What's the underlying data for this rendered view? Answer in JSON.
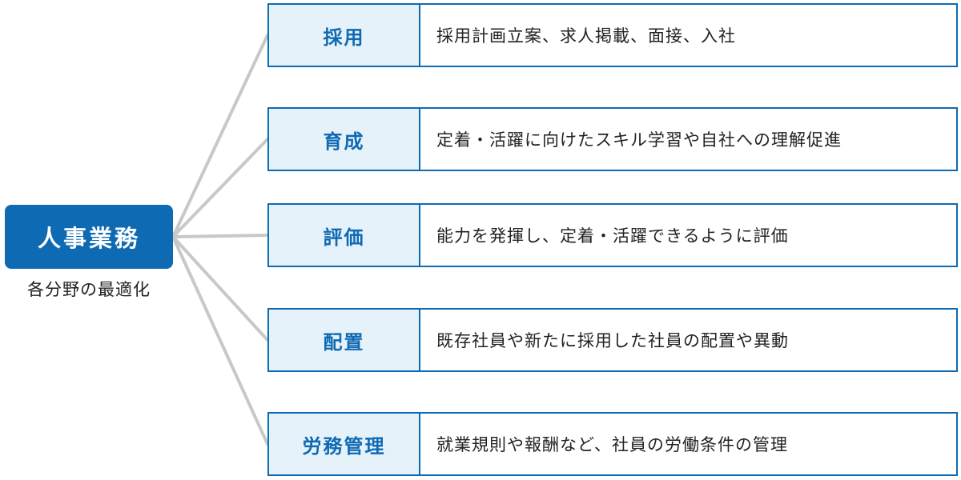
{
  "root": {
    "title": "人事業務",
    "subtitle": "各分野の最適化"
  },
  "items": [
    {
      "category": "採用",
      "description": "採用計画立案、求人掲載、面接、入社"
    },
    {
      "category": "育成",
      "description": "定着・活躍に向けたスキル学習や自社への理解促進"
    },
    {
      "category": "評価",
      "description": "能力を発揮し、定着・活躍できるように評価"
    },
    {
      "category": "配置",
      "description": "既存社員や新たに採用した社員の配置や異動"
    },
    {
      "category": "労務管理",
      "description": "就業規則や報酬など、社員の労働条件の管理"
    }
  ],
  "colors": {
    "accent": "#0e6ab3",
    "category_bg": "#e6f2fa",
    "connector": "#c8c8c8",
    "text": "#222222"
  }
}
